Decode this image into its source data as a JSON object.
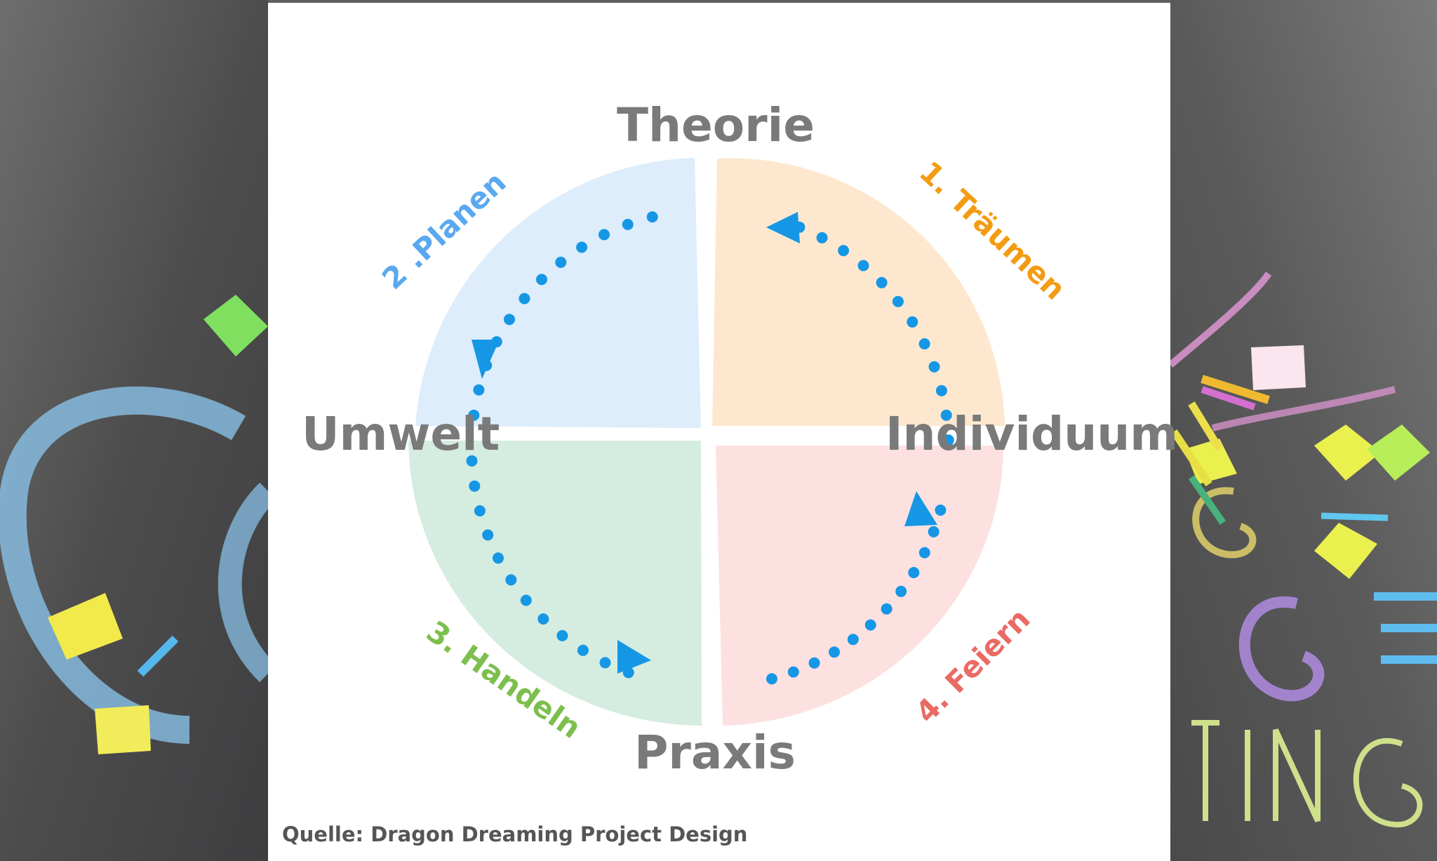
{
  "diagram": {
    "axes": {
      "top": "Theorie",
      "bottom": "Praxis",
      "left": "Umwelt",
      "right": "Individuum"
    },
    "steps": [
      {
        "label": "1. Träumen",
        "color": "#f39c12"
      },
      {
        "label": "2 .Planen",
        "color": "#5aa9f0"
      },
      {
        "label": "3. Handeln",
        "color": "#7dbf4e"
      },
      {
        "label": "4. Feiern",
        "color": "#ea6b64"
      }
    ],
    "quadrant_colors": {
      "top_right": "#fde8cf",
      "top_left": "#deedfb",
      "bottom_left": "#d5ece0",
      "bottom_right": "#fde1e1"
    },
    "arrow_color": "#1597e5",
    "source": "Quelle: Dragon Dreaming Project Design"
  }
}
